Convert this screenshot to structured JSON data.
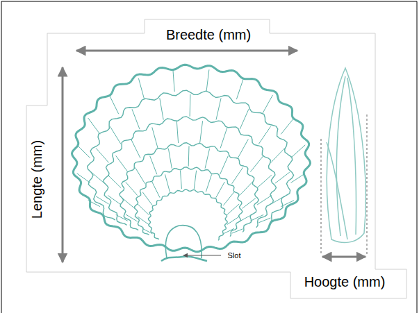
{
  "diagram": {
    "labels": [
      "Breedte (mm)",
      "Lengte (mm)",
      "Slot",
      "Hoogte (mm)"
    ]
  }
}
